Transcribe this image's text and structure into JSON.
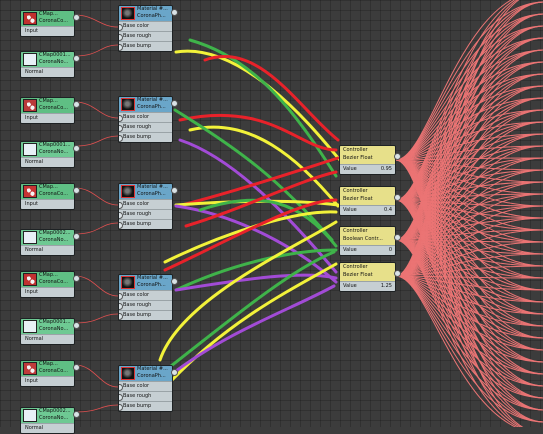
{
  "graph": {
    "bitmap_nodes": [
      {
        "title": "CMap...",
        "subtitle": "CoronaCo...",
        "socket": "Input"
      },
      {
        "title": "CMap...",
        "subtitle": "CoronaCo...",
        "socket": "Input"
      },
      {
        "title": "CMap...",
        "subtitle": "CoronaCo...",
        "socket": "Input"
      },
      {
        "title": "CMap...",
        "subtitle": "CoronaCo...",
        "socket": "Input"
      },
      {
        "title": "CMap...",
        "subtitle": "CoronaCo...",
        "socket": "Input"
      }
    ],
    "normal_nodes": [
      {
        "title": "CMap0001...",
        "subtitle": "CoronaNo...",
        "socket": "Normal"
      },
      {
        "title": "CMap0001...",
        "subtitle": "CoronaNo...",
        "socket": "Normal"
      },
      {
        "title": "CMap0002...",
        "subtitle": "CoronaNo...",
        "socket": "Normal"
      },
      {
        "title": "CMap0001...",
        "subtitle": "CoronaNo...",
        "socket": "Normal"
      },
      {
        "title": "CMap0002...",
        "subtitle": "CoronaNo...",
        "socket": "Normal"
      }
    ],
    "material_nodes": [
      {
        "title": "Material #...",
        "subtitle": "CoronaPh...",
        "sockets": [
          "Base color",
          "Base rough",
          "Base bump"
        ]
      },
      {
        "title": "Material #...",
        "subtitle": "CoronaPh...",
        "sockets": [
          "Base color",
          "Base rough",
          "Base bump"
        ]
      },
      {
        "title": "Material #...",
        "subtitle": "CoronaPh...",
        "sockets": [
          "Base color",
          "Base rough",
          "Base bump"
        ]
      },
      {
        "title": "Material #...",
        "subtitle": "CoronaPh...",
        "sockets": [
          "Base color",
          "Base rough",
          "Base bump"
        ]
      },
      {
        "title": "Material #...",
        "subtitle": "CoronaPh...",
        "sockets": [
          "Base color",
          "Base rough",
          "Base bump"
        ]
      }
    ],
    "controller_nodes": [
      {
        "title": "Controller",
        "subtitle": "Bezier Float",
        "value_label": "Value",
        "value": "0.95"
      },
      {
        "title": "Controller",
        "subtitle": "Bezier Float",
        "value_label": "Value",
        "value": "0.4"
      },
      {
        "title": "Controller",
        "subtitle": "Boolean Contr...",
        "value_label": "Value",
        "value": "0"
      },
      {
        "title": "Controller",
        "subtitle": "Bezier Float",
        "value_label": "Value",
        "value": "1.25"
      }
    ],
    "colors": {
      "background": "#3c3c3c",
      "wire_red": "#e8222a",
      "wire_yellow": "#f2f23a",
      "wire_green": "#3fb34a",
      "wire_purple": "#a24bd6",
      "fan_wires": "#ff7a7a",
      "bitmap_header": "#5fbf84",
      "material_header": "#6aa6c9",
      "controller_header": "#e7e08a"
    }
  }
}
